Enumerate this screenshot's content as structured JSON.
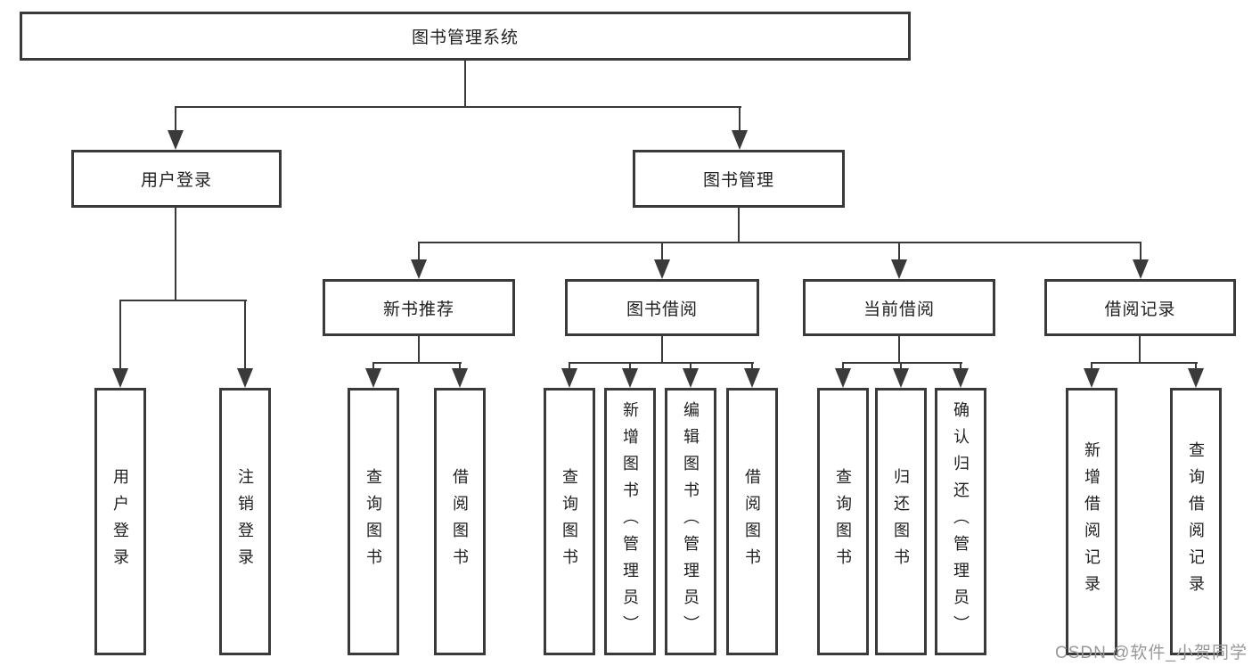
{
  "diagram": {
    "title": "图书管理系统",
    "nodes": {
      "root": "图书管理系统",
      "user_login": "用户登录",
      "book_mgmt": "图书管理",
      "new_book_rec": "新书推荐",
      "book_borrow": "图书借阅",
      "current_borrow": "当前借阅",
      "borrow_records": "借阅记录",
      "user_login_leaf": "用户登录",
      "logout_leaf": "注销登录",
      "query_books_rec": "查询图书",
      "borrow_books_rec": "借阅图书",
      "query_books_borrow": "查询图书",
      "add_books_admin": "新增图书（管理员）",
      "edit_books_admin": "编辑图书（管理员）",
      "borrow_books_borrow": "借阅图书",
      "query_books_current": "查询图书",
      "return_books": "归还图书",
      "confirm_return_admin": "确认归还（管理员）",
      "add_borrow_record": "新增借阅记录",
      "query_borrow_record": "查询借阅记录"
    },
    "edges": [
      {
        "from": "图书管理系统",
        "to": [
          "用户登录",
          "图书管理"
        ]
      },
      {
        "from": "用户登录",
        "to": [
          "用户登录",
          "注销登录"
        ]
      },
      {
        "from": "图书管理",
        "to": [
          "新书推荐",
          "图书借阅",
          "当前借阅",
          "借阅记录"
        ]
      },
      {
        "from": "新书推荐",
        "to": [
          "查询图书",
          "借阅图书"
        ]
      },
      {
        "from": "图书借阅",
        "to": [
          "查询图书",
          "新增图书（管理员）",
          "编辑图书（管理员）",
          "借阅图书"
        ]
      },
      {
        "from": "当前借阅",
        "to": [
          "查询图书",
          "归还图书",
          "确认归还（管理员）"
        ]
      },
      {
        "from": "借阅记录",
        "to": [
          "新增借阅记录",
          "查询借阅记录"
        ]
      }
    ],
    "colors": {
      "line": "#3a3a3a",
      "box_border": "#3a3a3a",
      "box_fill": "#ffffff",
      "text": "#1f1f1f",
      "watermark": "#989898"
    }
  },
  "watermark": "CSDN @软件_小贺同学"
}
